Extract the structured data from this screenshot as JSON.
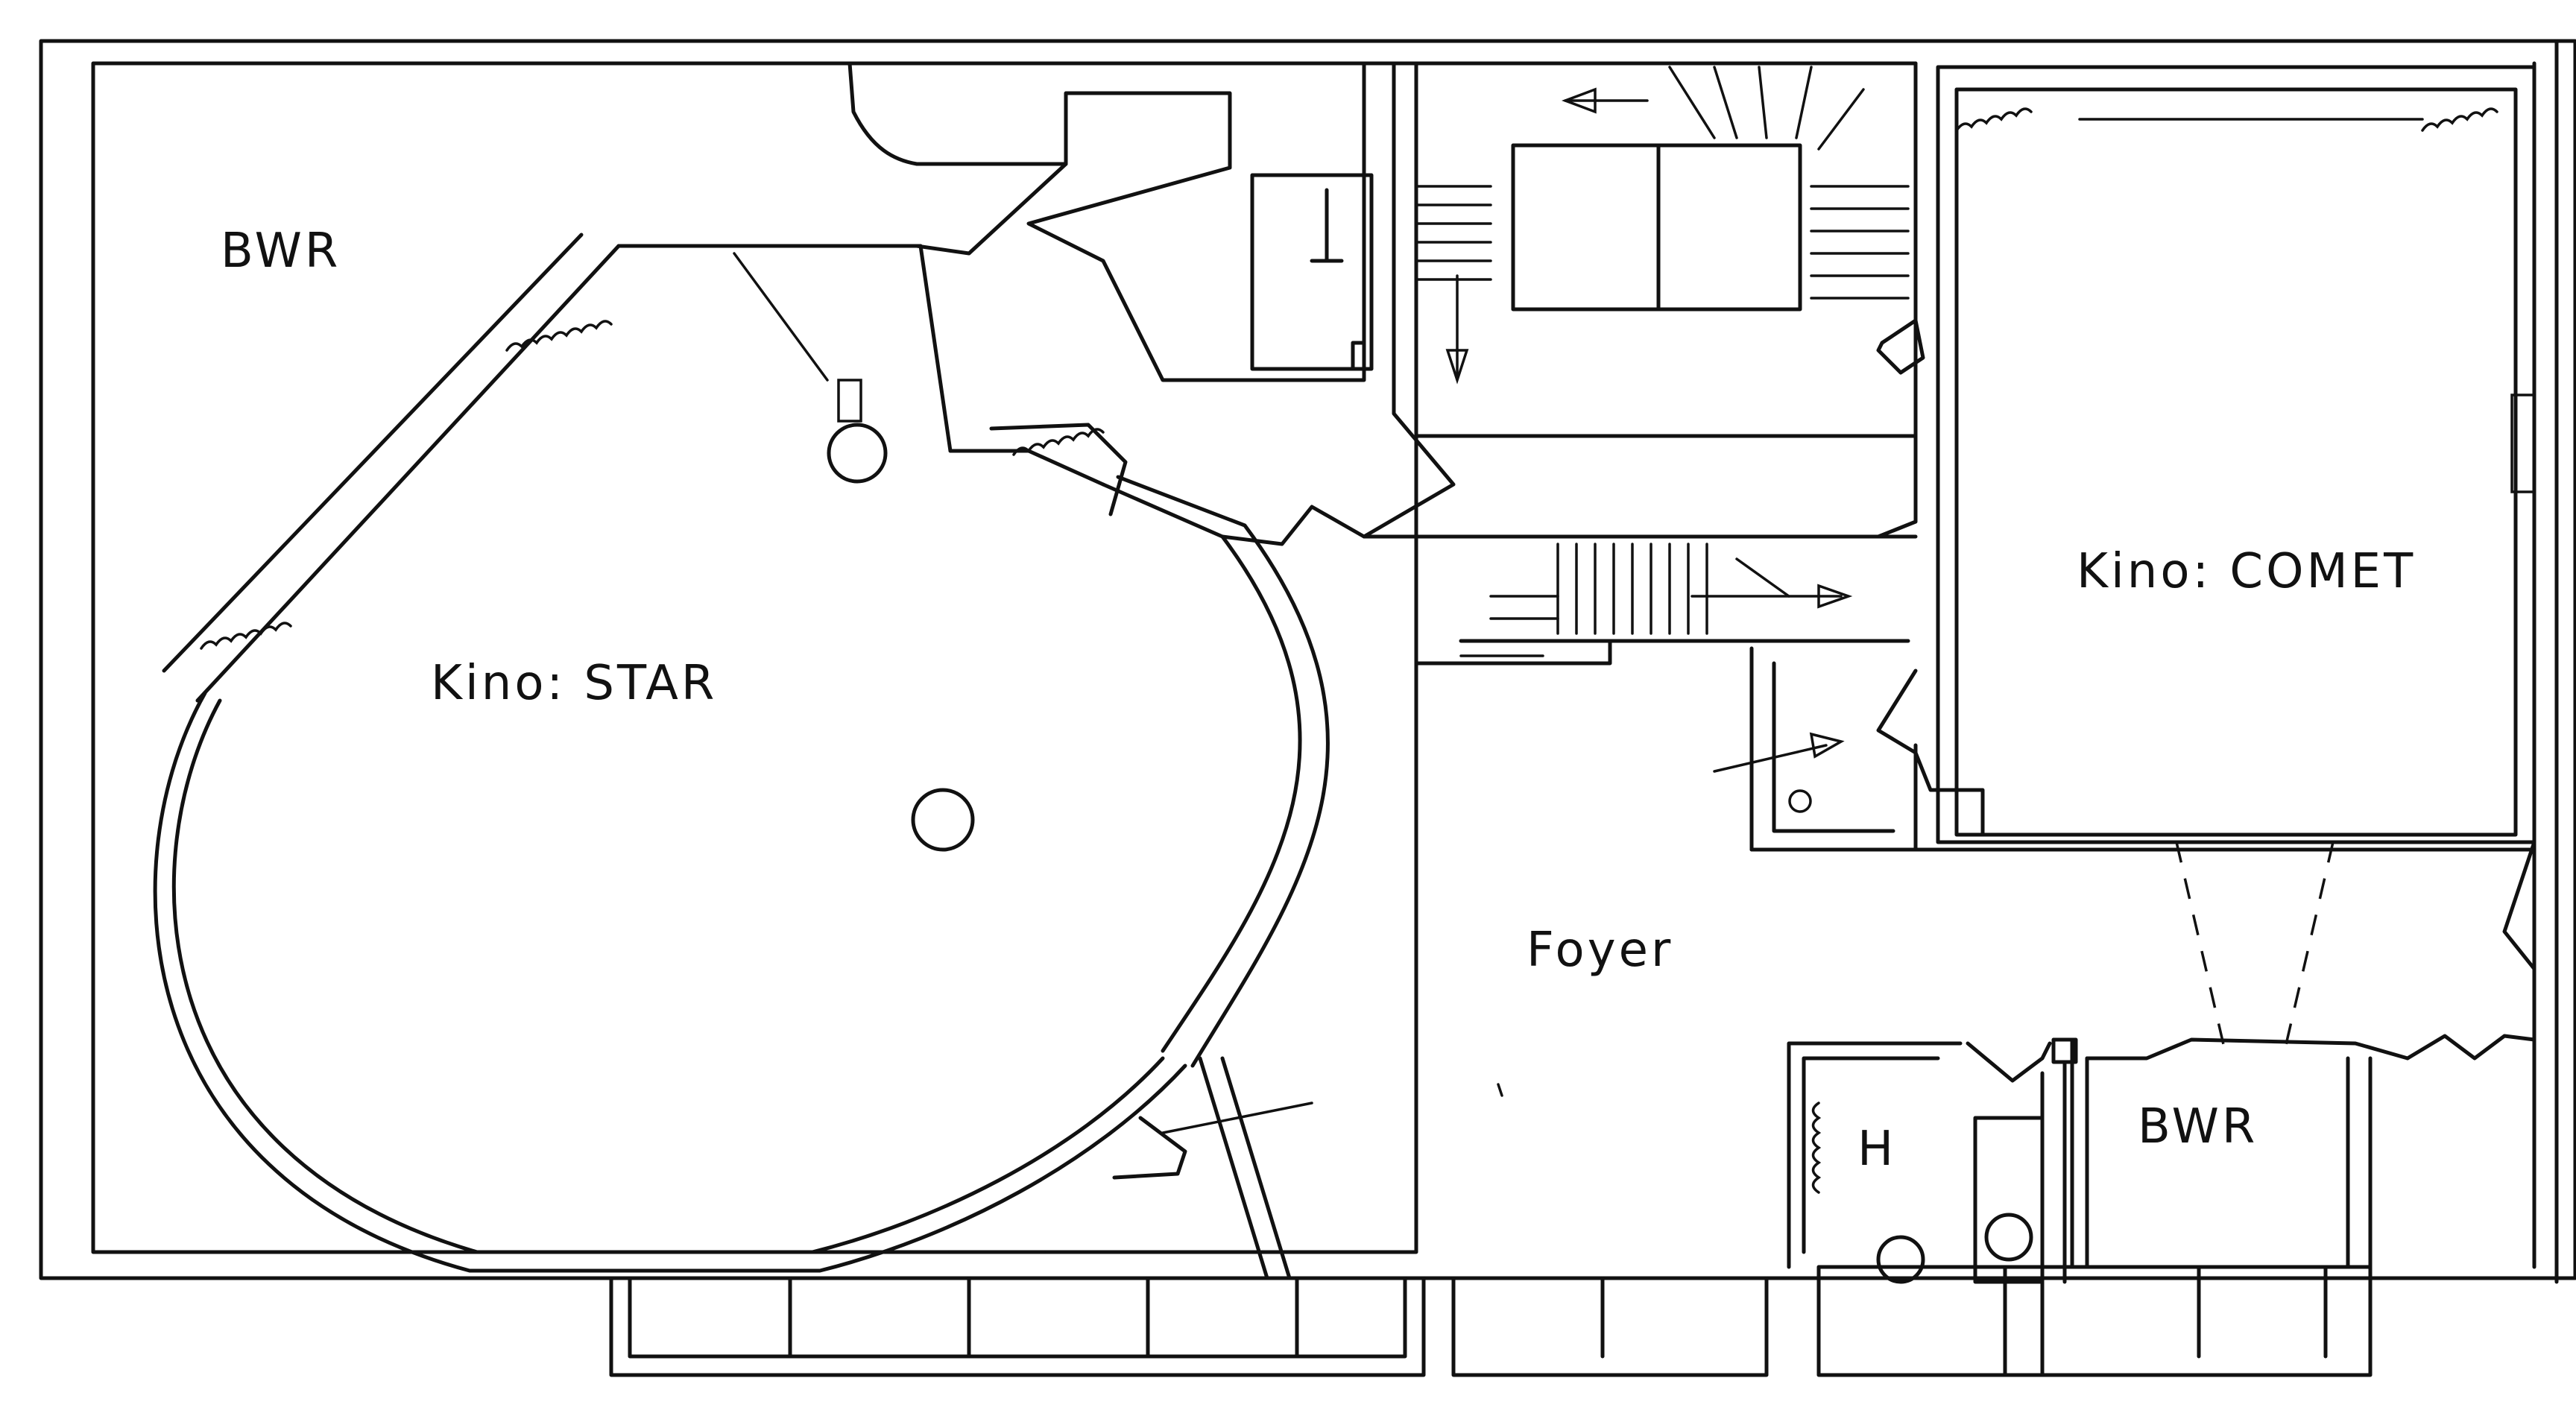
{
  "rooms": {
    "bwr_left": "BWR",
    "kino_star": "Kino: STAR",
    "kino_comet": "Kino: COMET",
    "foyer": "Foyer",
    "h": "H",
    "bwr_bottom": "BWR"
  },
  "colors": {
    "ink": "#111111",
    "paper": "#ffffff"
  }
}
